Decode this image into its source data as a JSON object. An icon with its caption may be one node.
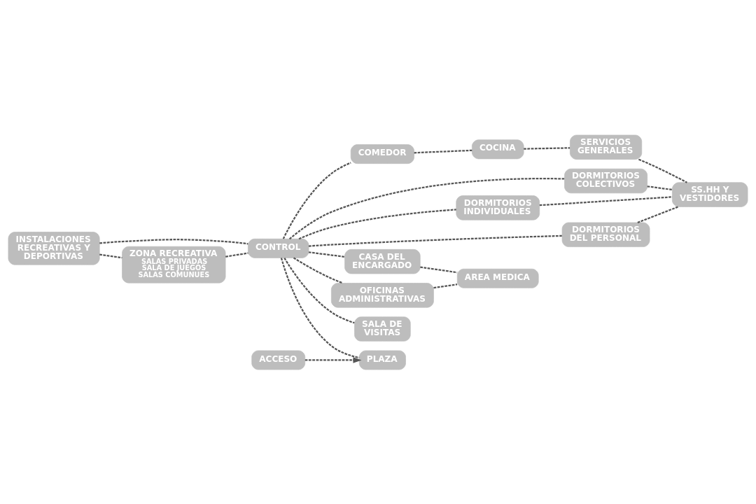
{
  "diagram": {
    "nodes": [
      {
        "text": [
          "INSTALACIONES RECREATIVAS Y DEPORTIVAS"
        ]
      },
      {
        "text": [
          "COMEDOR"
        ]
      },
      {
        "text": [
          "COCINA"
        ]
      },
      {
        "text": [
          "DORMITORIOS COLECTIVOS"
        ]
      },
      {
        "text": [
          "SERVICIOS GENERALES"
        ]
      },
      {
        "text": [
          "CONTROL"
        ]
      },
      {
        "text": [
          "DORMITORIOS INDIVIDUALES"
        ]
      },
      {
        "text": [
          "SS.HH Y VESTIDORES"
        ]
      },
      {
        "text": [
          "ZONA RECREATIVA",
          "SALAS PRIVADAS",
          "SALA DE JUEGOS",
          "SALAS COMUNUES"
        ]
      },
      {
        "text": [
          "DORMITORIOS DEL PERSONAL"
        ]
      },
      {
        "text": [
          "CASA DEL ENCARGADO"
        ]
      },
      {
        "text": [
          "PLAZA"
        ]
      },
      {
        "text": [
          "AREA MEDICA"
        ]
      },
      {
        "text": [
          "OFICINAS ADMINISTRATIVAS"
        ]
      },
      {
        "text": [
          "SALA DE VISITAS"
        ]
      },
      {
        "text": [
          "ACCESO"
        ]
      }
    ],
    "edges": [
      {
        "from": 0,
        "to": 5,
        "arrow": "none",
        "style": "dashed"
      },
      {
        "from": 5,
        "to": 1,
        "arrow": "none",
        "style": "dashed"
      },
      {
        "from": 1,
        "to": 2,
        "arrow": "none",
        "style": "dashed"
      },
      {
        "from": 2,
        "to": 4,
        "arrow": "none",
        "style": "dashed"
      },
      {
        "from": 4,
        "to": 7,
        "arrow": "none",
        "style": "dashed"
      },
      {
        "from": 0,
        "to": 8,
        "arrow": "none",
        "style": "dashed"
      },
      {
        "from": 5,
        "to": 3,
        "arrow": "none",
        "style": "dashed"
      },
      {
        "from": 3,
        "to": 7,
        "arrow": "none",
        "style": "dashed"
      },
      {
        "from": 5,
        "to": 6,
        "arrow": "none",
        "style": "dashed"
      },
      {
        "from": 6,
        "to": 7,
        "arrow": "none",
        "style": "dashed"
      },
      {
        "from": 5,
        "to": 9,
        "arrow": "none",
        "style": "dashed"
      },
      {
        "from": 9,
        "to": 7,
        "arrow": "none",
        "style": "dashed"
      },
      {
        "from": 8,
        "to": 5,
        "arrow": "none",
        "style": "dashed"
      },
      {
        "from": 5,
        "to": 11,
        "arrow": "none",
        "style": "dashed"
      },
      {
        "from": 5,
        "to": 10,
        "arrow": "none",
        "style": "dashed"
      },
      {
        "from": 10,
        "to": 12,
        "arrow": "none",
        "style": "dashed"
      },
      {
        "from": 5,
        "to": 13,
        "arrow": "none",
        "style": "dashed"
      },
      {
        "from": 13,
        "to": 12,
        "arrow": "none",
        "style": "dashed"
      },
      {
        "from": 5,
        "to": 14,
        "arrow": "none",
        "style": "dashed"
      },
      {
        "from": 15,
        "to": 11,
        "arrow": "to",
        "style": "dashed"
      }
    ]
  }
}
